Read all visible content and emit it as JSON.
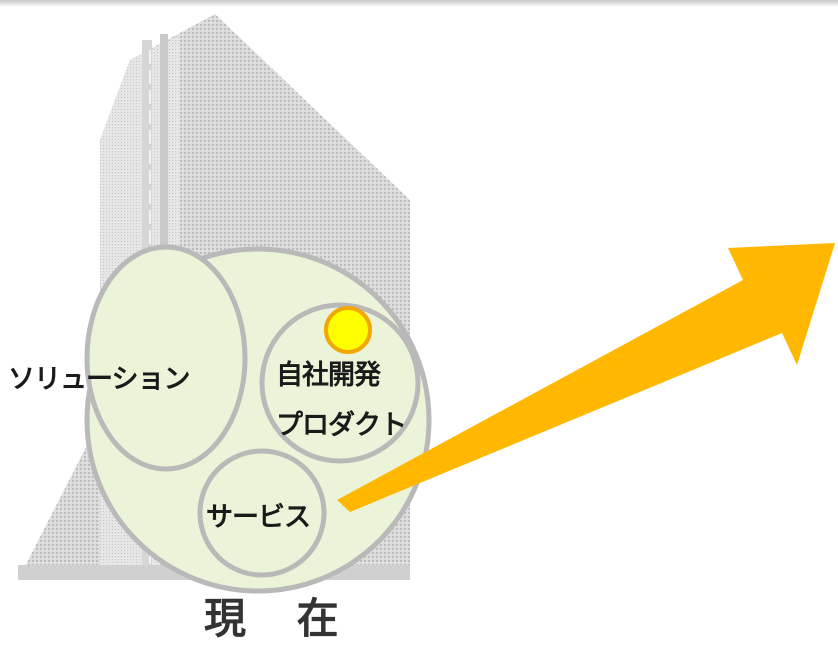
{
  "labels": {
    "solution": "ソリューション",
    "product_line1": "自社開発",
    "product_line2": "プロダクト",
    "service": "サービス",
    "present": "現 在"
  },
  "colors": {
    "circle_fill": "#ebf4d9",
    "circle_stroke": "#b9b9b9",
    "dot_fill": "#ffff00",
    "dot_stroke": "#f0a800",
    "arrow_fill": "#ffb700",
    "building": "#cfcfcf"
  },
  "icons": {
    "building": "skyscraper-illustration",
    "arrow": "growth-arrow"
  }
}
